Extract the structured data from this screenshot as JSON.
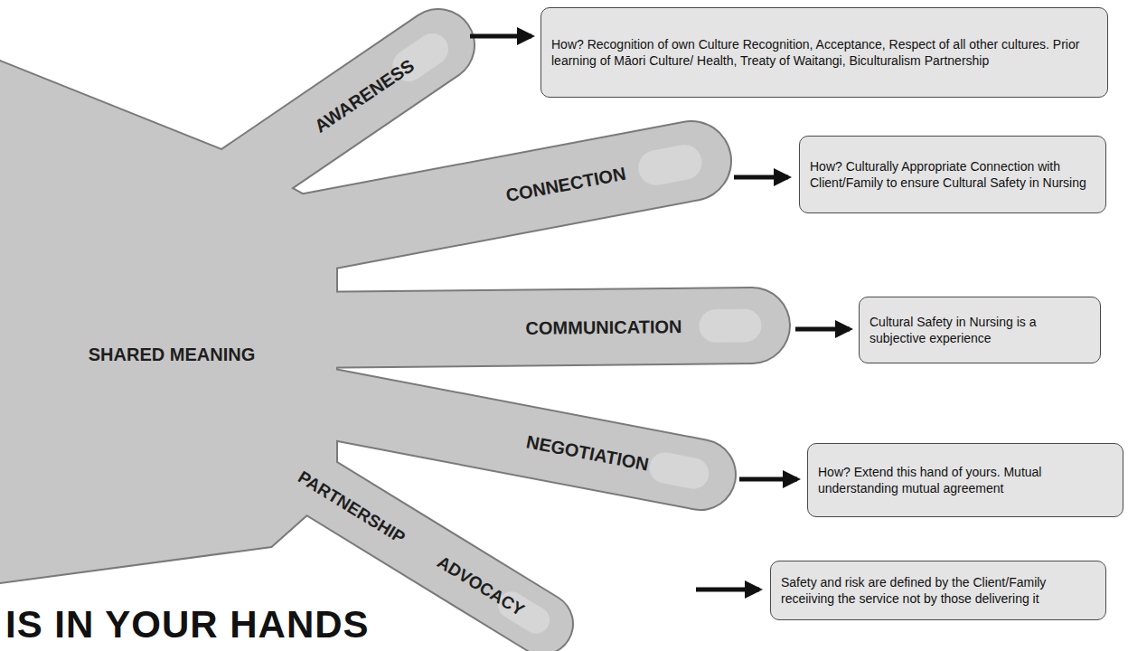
{
  "diagram": {
    "title": "IS IN YOUR HANDS",
    "nodes": [
      {
        "text": [
          "How? Recognition of own Culture Recognition, Acceptance, Respect of all other cultures. Prior learning of Māori Culture/ Health, Treaty of Waitangi, Biculturalism Partnership"
        ]
      },
      {
        "text": [
          "How? Culturally Appropriate Connection with Client/Family to ensure Cultural Safety in Nursing"
        ]
      },
      {
        "text": [
          "Cultural Safety in Nursing is a subjective experience"
        ]
      },
      {
        "text": [
          "How? Extend this hand of yours. Mutual understanding mutual agreement"
        ]
      },
      {
        "text": [
          "Safety and risk are defined by the Client/Family receiiving the service not by those delivering it"
        ]
      }
    ],
    "labels": [
      "AWARENESS",
      "CONNECTION",
      "COMMUNICATION",
      "NEGOTIATION",
      "PARTNERSHIP",
      "ADVOCACY",
      "SHARED MEANING"
    ]
  }
}
